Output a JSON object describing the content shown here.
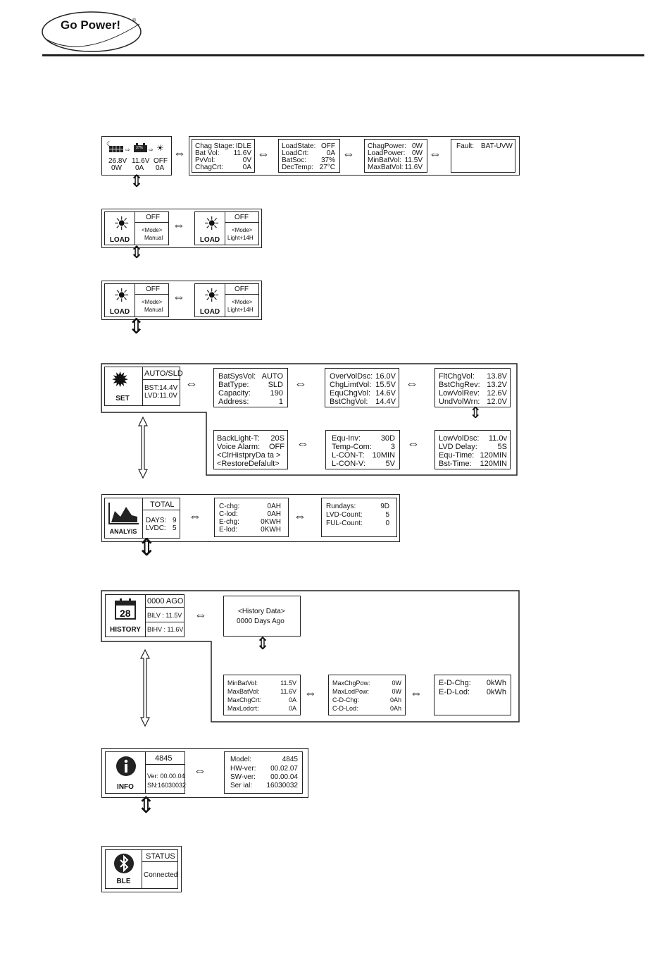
{
  "brand": {
    "logo": "Go Power!",
    "reg": "®"
  },
  "dashboard": {
    "main": {
      "v1": "26.8V",
      "v2": "0W",
      "v3": "11.6V",
      "v4": "0A",
      "v5": "OFF",
      "v6": "0A",
      "batt": "37%"
    },
    "p1": [
      [
        "Chag Stage:",
        "IDLE"
      ],
      [
        "Bat Vol:",
        "11.6V"
      ],
      [
        "PvVol:",
        "0V"
      ],
      [
        "ChagCrt:",
        "0A"
      ]
    ],
    "p2": [
      [
        "LoadState:",
        "OFF"
      ],
      [
        "LoadCrt:",
        "0A"
      ],
      [
        "BatSoc:",
        "37%"
      ],
      [
        "DecTemp:",
        "27°C"
      ]
    ],
    "p3": [
      [
        "ChagPower:",
        "0W"
      ],
      [
        "LoadPower:",
        "0W"
      ],
      [
        "MinBatVol:",
        "11.5V"
      ],
      [
        "MaxBatVol:",
        "11.6V"
      ]
    ],
    "p4": {
      "k": "Fault:",
      "v": "BAT-UVW"
    }
  },
  "load": {
    "label": "LOAD",
    "status": "OFF",
    "mode": "<Mode>",
    "manual": "Manual",
    "light": "Light+14H"
  },
  "set": {
    "label": "SET",
    "head": "AUTO/SLD",
    "bst": "BST:14.4V",
    "lvd": "LVD:11.0V",
    "p1": [
      [
        "BatSysVol:",
        "AUTO"
      ],
      [
        "BatType:",
        "SLD"
      ],
      [
        "Capacity:",
        "190"
      ],
      [
        "Address:",
        "1"
      ]
    ],
    "p2": [
      [
        "OverVolDsc:",
        "16.0V"
      ],
      [
        "ChgLimtVol:",
        "15.5V"
      ],
      [
        "EquChgVol:",
        "14.6V"
      ],
      [
        "BstChgVol:",
        "14.4V"
      ]
    ],
    "p3": [
      [
        "FltChgVol:",
        "13.8V"
      ],
      [
        "BstChgRev:",
        "13.2V"
      ],
      [
        "LowVolRev:",
        "12.6V"
      ],
      [
        "UndVolWrn:",
        "12.0V"
      ]
    ],
    "p4": [
      [
        "LowVolDsc:",
        "11.0v"
      ],
      [
        "LVD Delay:",
        "5S"
      ],
      [
        "Equ-Time:",
        "120MIN"
      ],
      [
        "Bst-Time:",
        "120MIN"
      ]
    ],
    "p5": [
      [
        "Equ-Inv:",
        "30D"
      ],
      [
        "Temp-Com:",
        "3"
      ],
      [
        "L-CON-T:",
        "10MIN"
      ],
      [
        "L-CON-V:",
        "5V"
      ]
    ],
    "p6": [
      [
        "BackLight-T:",
        "20S"
      ],
      [
        "Voice Alarm:",
        "OFF"
      ]
    ],
    "p6b": [
      "<ClrHistpryDa ta >",
      "<RestoreDefalult>"
    ]
  },
  "analysis": {
    "label": "ANALYIS",
    "head": "TOTAL",
    "days_k": "DAYS:",
    "days_v": "9",
    "lvdc_k": "LVDC:",
    "lvdc_v": "5",
    "p1": [
      [
        "C-chg:",
        "0AH"
      ],
      [
        "C-lod:",
        "0AH"
      ],
      [
        "E-chg:",
        "0KWH"
      ],
      [
        "E-lod:",
        "0KWH"
      ]
    ],
    "p2": [
      [
        "Rundays:",
        "9D"
      ],
      [
        "LVD-Count:",
        "5"
      ],
      [
        "FUL-Count:",
        "0"
      ]
    ]
  },
  "history": {
    "label": "HISTORY",
    "day": "28",
    "head": "0000 AGO",
    "bilv": "BILV : 11.5V",
    "bihv": "BIHV : 11.6V",
    "hd1": "<History Data>",
    "hd2": "0000  Days Ago",
    "p1": [
      [
        "MinBatVol:",
        "11.5V"
      ],
      [
        "MaxBatVol:",
        "11.6V"
      ],
      [
        "MaxChgCrt:",
        "0A"
      ],
      [
        "MaxLodcrt:",
        "0A"
      ]
    ],
    "p2": [
      [
        "MaxChgPow:",
        "0W"
      ],
      [
        "MaxLodPow:",
        "0W"
      ],
      [
        "C-D-Chg:",
        "0Ah"
      ],
      [
        "C-D-Lod:",
        "0Ah"
      ]
    ],
    "p3": [
      [
        "E-D-Chg:",
        "0kWh"
      ],
      [
        "E-D-Lod:",
        "0kWh"
      ]
    ]
  },
  "info": {
    "label": "INFO",
    "model": "4845",
    "ver": "Ver: 00.00.04",
    "sn": "SN:16030032",
    "p1": [
      [
        "Model:",
        "4845"
      ],
      [
        "HW-ver:",
        "00.02.07"
      ],
      [
        "SW-ver:",
        "00.00.04"
      ],
      [
        "Ser ial:",
        "16030032"
      ]
    ]
  },
  "ble": {
    "label": "BLE",
    "status": "STATUS",
    "state": "Connected"
  }
}
